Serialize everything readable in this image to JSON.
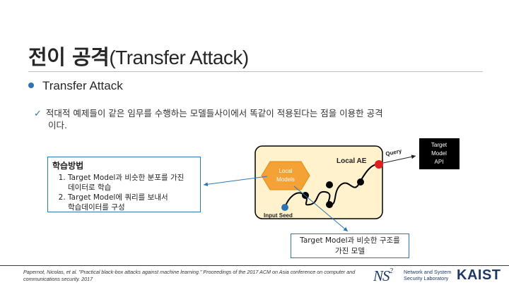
{
  "title": {
    "korean": "전이 공격",
    "english": "(Transfer Attack)"
  },
  "bullet": {
    "label": "Transfer Attack"
  },
  "sub_point": {
    "line1": "적대적 예제들이 같은 임무를 수행하는 모델들사이에서 똑같이 적용된다는 점을 이용한 공격",
    "line2": "이다."
  },
  "method_box": {
    "heading": "학습방법",
    "items": [
      {
        "num": "1.",
        "line1": "Target Model과 비슷한 분포를 가진",
        "line2": "데이터로 학습"
      },
      {
        "num": "2.",
        "line1": "Target Model에 쿼리를 보내서",
        "line2": "학습데이터를 구성"
      }
    ]
  },
  "diagram": {
    "local_ae_label": "Local AE",
    "local_models_label_1": "Local",
    "local_models_label_2": "Models",
    "input_seed_label": "Input Seed",
    "query_label": "Query",
    "target_label_1": "Target",
    "target_label_2": "Model",
    "target_label_3": "API"
  },
  "structure_box": {
    "line1": "Target Model과 비슷한 구조를",
    "line2": "가진 모델"
  },
  "footer": {
    "citation": "Papernot, Nicolas, et al. \"Practical black-box attacks against machine learning.\" Proceedings of the 2017 ACM on Asia conference on computer and communications security. 2017",
    "ns_logo": "NS",
    "ns_sup": "2",
    "ns_line1": "Network and System",
    "ns_line2": "Security Laboratory",
    "kaist": "KAIST"
  },
  "colors": {
    "accent_blue": "#2e75b6",
    "orange": "#f4a236",
    "panel_fill": "#fff2cc",
    "query_red": "#e02020",
    "seed_blue": "#2e75b6",
    "target_black": "#000000"
  }
}
